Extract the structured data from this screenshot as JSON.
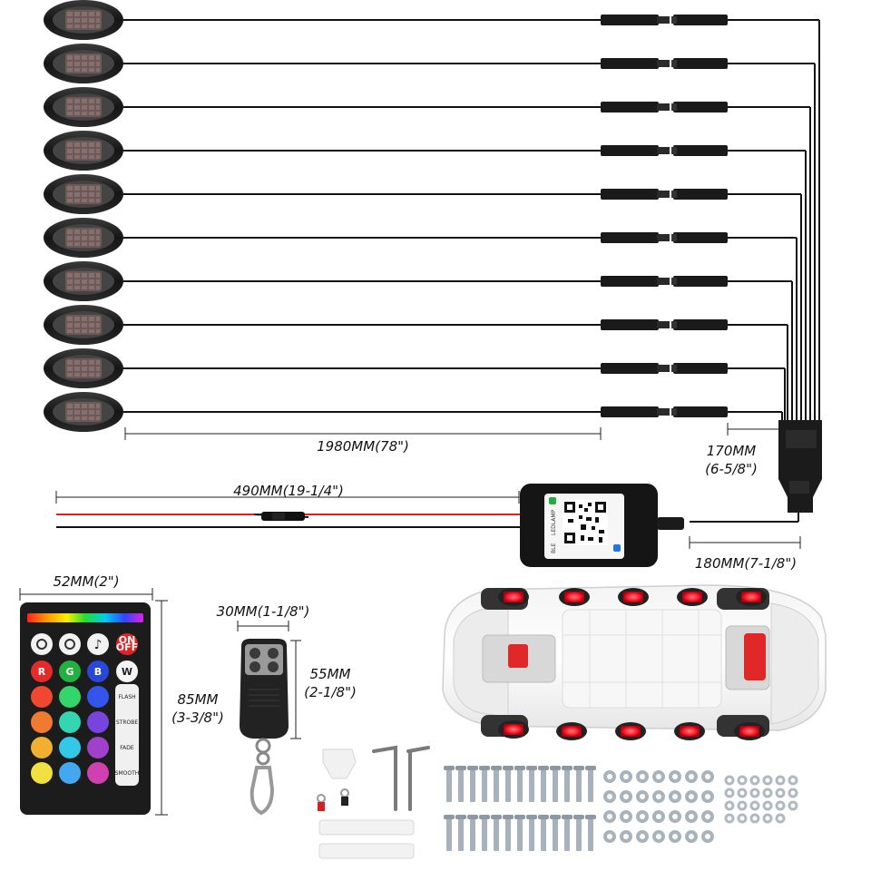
{
  "dimensions": {
    "lights_cable": "1980MM(78\")",
    "hub_to_controller": "170MM",
    "hub_to_controller_in": "(6-5/8\")",
    "power_cable": "490MM(19-1/4\")",
    "controller_out": "180MM(7-1/8\")",
    "remote_width": "52MM(2\")",
    "remote_height": "85MM",
    "remote_height_in": "(3-3/8\")",
    "fob_width": "30MM(1-1/8\")",
    "fob_height": "55MM",
    "fob_height_in": "(2-1/8\")"
  },
  "controller": {
    "brand_label": "LEDLAMP",
    "ble_label": "BLE"
  },
  "remote": {
    "on_off_line1": "ON",
    "on_off_line2": "OFF",
    "r": "R",
    "g": "G",
    "b": "B",
    "w": "W",
    "flash": "FLASH",
    "strobe": "STROBE",
    "fade": "FADE",
    "smooth": "SMOOTH"
  },
  "colors": {
    "light_red": "#ff2a3a",
    "cable": "#111111",
    "power_red": "#e02020",
    "remote_body": "#1c1c1c"
  },
  "icons": [
    "gear-icon",
    "music-note-icon",
    "wrench-icon",
    "qr-code-icon"
  ]
}
